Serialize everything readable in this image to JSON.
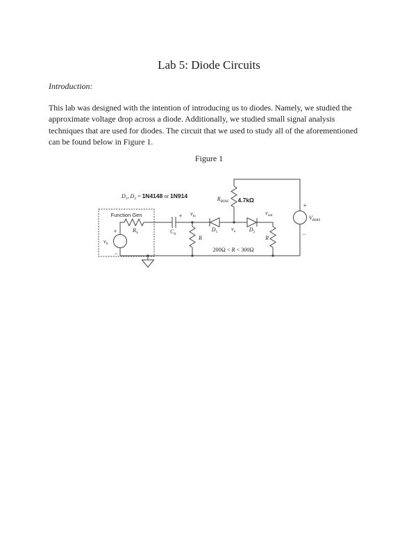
{
  "document": {
    "title": "Lab 5: Diode Circuits",
    "intro_heading": "Introduction:",
    "paragraph_lines": [
      "This lab was designed with the intention of introducing us to diodes. Namely, we studied the",
      "approximate voltage drop across a diode. Additionally, we studied small signal analysis",
      "techniques that are used for diodes. The circuit that we used to study all of the aforementioned",
      "can be found below in Figure 1."
    ],
    "figure_caption": "Figure 1"
  },
  "circuit": {
    "diode_note": {
      "d1_main": "D",
      "d1_sub": "1",
      "comma": ", ",
      "d2_main": "D",
      "d2_sub": "2",
      "equals": " = ",
      "value1": "1N4148",
      "or": " or ",
      "value2": "1N914"
    },
    "function_gen": "Function Gen",
    "vs": {
      "main": "v",
      "sub": "S"
    },
    "source_plus": "+",
    "source_minus": "−",
    "rs": {
      "main": "R",
      "sub": "S"
    },
    "cs": {
      "main": "C",
      "sub": "S"
    },
    "cap_plus": "+",
    "vin": {
      "main": "v",
      "sub": "in"
    },
    "r_left_label": "R",
    "d1": {
      "main": "D",
      "sub": "1"
    },
    "va": {
      "main": "v",
      "sub": "a"
    },
    "d2": {
      "main": "D",
      "sub": "2"
    },
    "rbias": {
      "main": "R",
      "sub": "BIAS"
    },
    "rbias_value": "4.7kΩ",
    "vout": {
      "main": "v",
      "sub": "out"
    },
    "r_right_label": "R",
    "r_range": {
      "left": "200Ω < ",
      "r": "R",
      "right": " < 300Ω"
    },
    "vbias": {
      "main": "V",
      "sub": "BIAS"
    },
    "vbias_plus": "+",
    "vbias_minus": "−"
  },
  "colors": {
    "ink": "#1b1b1b",
    "line": "#404040",
    "page": "#ffffff"
  }
}
